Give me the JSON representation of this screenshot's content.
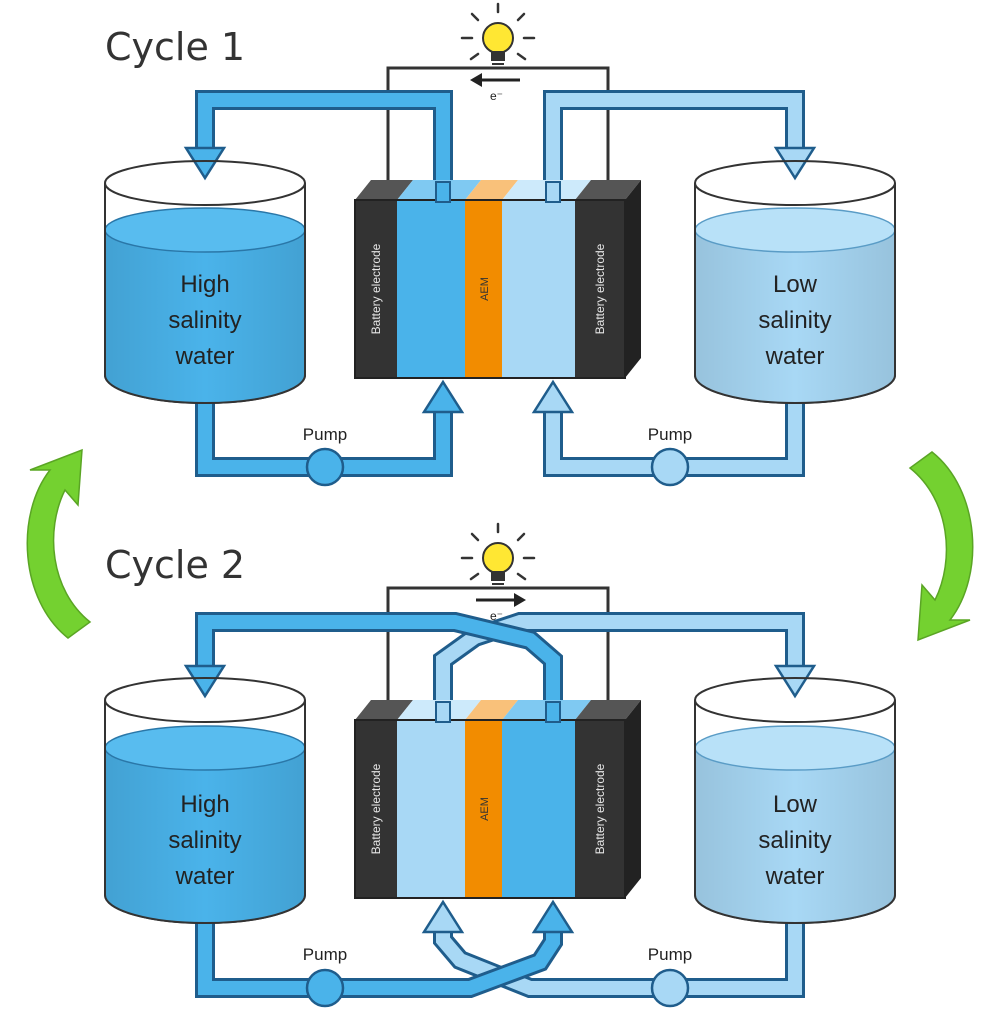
{
  "colors": {
    "high_salinity": "#4AB3EA",
    "low_salinity": "#A8D8F5",
    "pipe_outline": "#1f5d8c",
    "electrode": "#333333",
    "electrode_side": "#222222",
    "aem": "#F28C00",
    "aem_top": "#F9C17A",
    "cycle_arrow": "#74D130",
    "bulb": "#FFE733"
  },
  "cycles": [
    {
      "title": "Cycle 1",
      "left_tank": {
        "label_lines": [
          "High",
          "salinity",
          "water"
        ]
      },
      "right_tank": {
        "label_lines": [
          "Low",
          "salinity",
          "water"
        ]
      },
      "left_electrode_label": "Battery electrode",
      "right_electrode_label": "Battery electrode",
      "membrane_label": "AEM",
      "left_pump_label": "Pump",
      "right_pump_label": "Pump",
      "electron_label": "e⁻",
      "electron_direction": "left"
    },
    {
      "title": "Cycle 2",
      "left_tank": {
        "label_lines": [
          "High",
          "salinity",
          "water"
        ]
      },
      "right_tank": {
        "label_lines": [
          "Low",
          "salinity",
          "water"
        ]
      },
      "left_electrode_label": "Battery electrode",
      "right_electrode_label": "Battery electrode",
      "membrane_label": "AEM",
      "left_pump_label": "Pump",
      "right_pump_label": "Pump",
      "electron_label": "e⁻",
      "electron_direction": "right"
    }
  ]
}
